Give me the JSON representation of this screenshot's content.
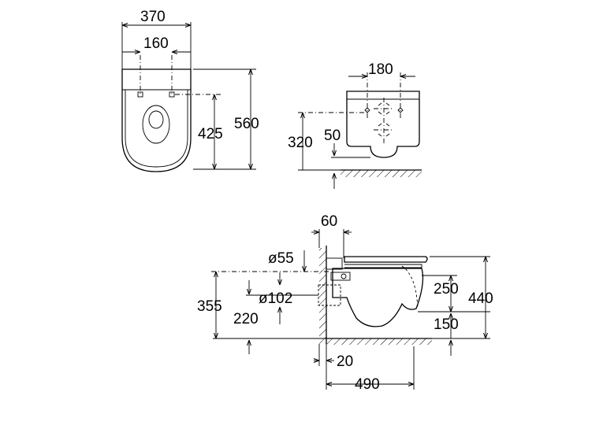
{
  "diagram": {
    "top_view": {
      "width_total": "370",
      "width_fixing": "160",
      "length_total": "560",
      "length_fixing": "425"
    },
    "rear_view": {
      "fixing_spacing": "180",
      "fixing_height": "320",
      "outlet_height": "50"
    },
    "side_view": {
      "wall_offset": "60",
      "inlet_diameter": "ø55",
      "outlet_diameter": "ø102",
      "outlet_height": "355",
      "inlet_center_height": "220",
      "bowl_height": "250",
      "total_height": "440",
      "rim_clearance": "150",
      "wall_gap": "20",
      "projection": "490"
    }
  }
}
